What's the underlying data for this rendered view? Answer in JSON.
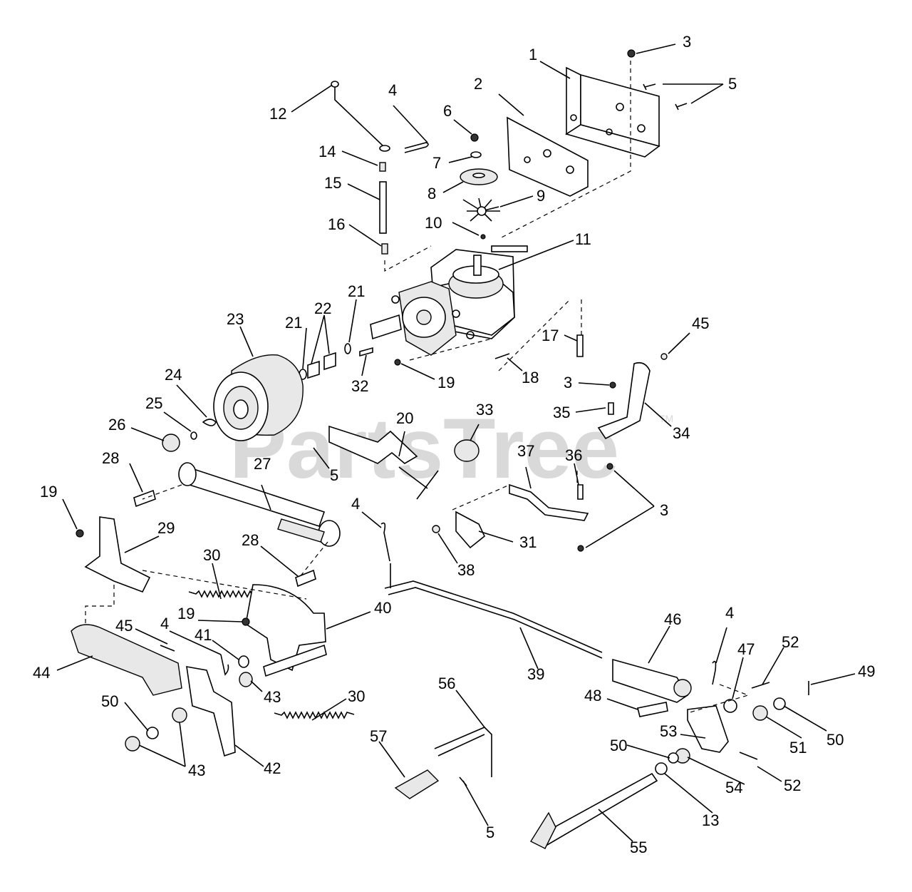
{
  "watermark": "PartsTree",
  "trademark": "TM",
  "icons": {
    "parts": "exploded-parts-drawing",
    "leaders": "leader-line"
  },
  "callouts": [
    {
      "id": "c1",
      "text": "1"
    },
    {
      "id": "c2",
      "text": "2"
    },
    {
      "id": "c3a",
      "text": "3"
    },
    {
      "id": "c5a",
      "text": "5"
    },
    {
      "id": "c4a",
      "text": "4"
    },
    {
      "id": "c6",
      "text": "6"
    },
    {
      "id": "c7",
      "text": "7"
    },
    {
      "id": "c8",
      "text": "8"
    },
    {
      "id": "c9",
      "text": "9"
    },
    {
      "id": "c10",
      "text": "10"
    },
    {
      "id": "c11",
      "text": "11"
    },
    {
      "id": "c12",
      "text": "12"
    },
    {
      "id": "c14",
      "text": "14"
    },
    {
      "id": "c15",
      "text": "15"
    },
    {
      "id": "c16",
      "text": "16"
    },
    {
      "id": "c17",
      "text": "17"
    },
    {
      "id": "c18",
      "text": "18"
    },
    {
      "id": "c19a",
      "text": "19"
    },
    {
      "id": "c21a",
      "text": "21"
    },
    {
      "id": "c21b",
      "text": "21"
    },
    {
      "id": "c22",
      "text": "22"
    },
    {
      "id": "c23",
      "text": "23"
    },
    {
      "id": "c24",
      "text": "24"
    },
    {
      "id": "c25",
      "text": "25"
    },
    {
      "id": "c26",
      "text": "26"
    },
    {
      "id": "c32",
      "text": "32"
    },
    {
      "id": "c45a",
      "text": "45"
    },
    {
      "id": "c3b",
      "text": "3"
    },
    {
      "id": "c35",
      "text": "35"
    },
    {
      "id": "c34",
      "text": "34"
    },
    {
      "id": "c33",
      "text": "33"
    },
    {
      "id": "c20",
      "text": "20"
    },
    {
      "id": "c5b",
      "text": "5"
    },
    {
      "id": "c37",
      "text": "37"
    },
    {
      "id": "c36",
      "text": "36"
    },
    {
      "id": "c3c",
      "text": "3"
    },
    {
      "id": "c28a",
      "text": "28"
    },
    {
      "id": "c27",
      "text": "27"
    },
    {
      "id": "c19b",
      "text": "19"
    },
    {
      "id": "c29",
      "text": "29"
    },
    {
      "id": "c4b",
      "text": "4"
    },
    {
      "id": "c31",
      "text": "31"
    },
    {
      "id": "c38",
      "text": "38"
    },
    {
      "id": "c28b",
      "text": "28"
    },
    {
      "id": "c30a",
      "text": "30"
    },
    {
      "id": "c40",
      "text": "40"
    },
    {
      "id": "c19c",
      "text": "19"
    },
    {
      "id": "c45b",
      "text": "45"
    },
    {
      "id": "c4c",
      "text": "4"
    },
    {
      "id": "c41",
      "text": "41"
    },
    {
      "id": "c44",
      "text": "44"
    },
    {
      "id": "c39",
      "text": "39"
    },
    {
      "id": "c46",
      "text": "46"
    },
    {
      "id": "c4d",
      "text": "4"
    },
    {
      "id": "c47",
      "text": "47"
    },
    {
      "id": "c52a",
      "text": "52"
    },
    {
      "id": "c49",
      "text": "49"
    },
    {
      "id": "c43a",
      "text": "43"
    },
    {
      "id": "c30b",
      "text": "30"
    },
    {
      "id": "c56",
      "text": "56"
    },
    {
      "id": "c48",
      "text": "48"
    },
    {
      "id": "c50a",
      "text": "50"
    },
    {
      "id": "c43b",
      "text": "43"
    },
    {
      "id": "c42",
      "text": "42"
    },
    {
      "id": "c57",
      "text": "57"
    },
    {
      "id": "c53",
      "text": "53"
    },
    {
      "id": "c51",
      "text": "51"
    },
    {
      "id": "c50b",
      "text": "50"
    },
    {
      "id": "c50c",
      "text": "50"
    },
    {
      "id": "c54",
      "text": "54"
    },
    {
      "id": "c52b",
      "text": "52"
    },
    {
      "id": "c13",
      "text": "13"
    },
    {
      "id": "c5c",
      "text": "5"
    },
    {
      "id": "c55",
      "text": "55"
    }
  ]
}
